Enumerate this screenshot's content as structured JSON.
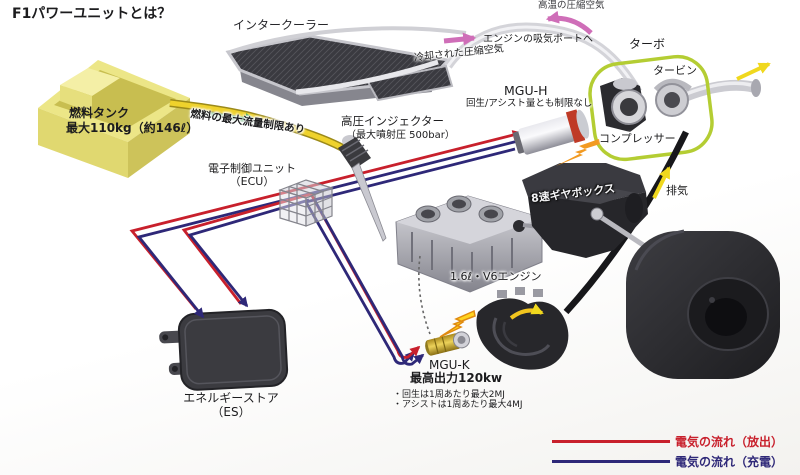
{
  "title": "F1パワーユニットとは？",
  "labels": {
    "fuel_tank": {
      "line1": "燃料タンク",
      "line2": "最大110kg（約146ℓ）"
    },
    "fuel_flow_note": "燃料の最大流量制限あり",
    "intercooler": "インタークーラー",
    "hot_air": "高温の圧縮空気",
    "intake_port": "エンジンの吸気ポートへ",
    "cooled_air": "冷却された圧縮空気",
    "turbo": "ターボ",
    "turbine": "タービン",
    "compressor": "コンプレッサー",
    "mgu_h": {
      "name": "MGU-H",
      "note": "回生/アシスト量とも制限なし"
    },
    "injector": {
      "name": "高圧インジェクター",
      "note": "（最大噴射圧 500bar）"
    },
    "ecu": {
      "line1": "電子制御ユニット",
      "line2": "（ECU）"
    },
    "gearbox": "8速ギヤボックス",
    "exhaust": "排気",
    "engine": "1.6ℓ・V6エンジン",
    "mgu_k": {
      "name": "MGU-K",
      "power": "最高出力120kw",
      "note1": "・回生は1周あたり最大2MJ",
      "note2": "・アシストは1周あたり最大4MJ"
    },
    "energy_store": {
      "line1": "エネルギーストア",
      "line2": "（ES）"
    }
  },
  "legend": [
    {
      "label": "電気の流れ（放出）",
      "color": "#c8202c"
    },
    {
      "label": "電気の流れ（充電）",
      "color": "#2e2878"
    }
  ],
  "flow_colors": {
    "discharge_red": "#c8202c",
    "charge_navy": "#2e2878",
    "fuel_arrow_green": "#2f9e49",
    "air_arrow_pink": "#cf6eb8",
    "exhaust_arrow_yellow": "#f0d81e",
    "turbo_highlight_green": "#b4cd33"
  },
  "icons": {
    "lightning-bolt-orange": "electric energy at MGU-H",
    "lightning-bolt-yellow": "electric energy at MGU-K",
    "rotation-arrow-yellow": "crank rotation"
  }
}
